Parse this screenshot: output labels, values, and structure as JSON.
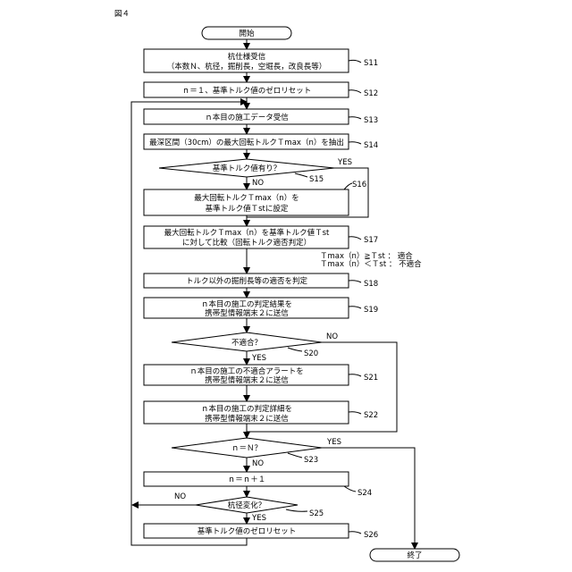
{
  "figure_label": "図４",
  "start": "開始",
  "end": "終了",
  "yes": "YES",
  "no": "NO",
  "steps": {
    "s11": {
      "id": "S11",
      "line1": "杭仕様受信",
      "line2": "（本数Ｎ、杭径，掘削長，空堀長，改良長等）"
    },
    "s12": {
      "id": "S12",
      "line1": "ｎ＝１、基準トルク値のゼロリセット"
    },
    "s13": {
      "id": "S13",
      "line1": "ｎ本目の施工データ受信"
    },
    "s14": {
      "id": "S14",
      "line1": "最深区間（30cm）の最大回転トルクＴmax（n）を抽出"
    },
    "s15": {
      "id": "S15",
      "line1": "基準トルク値有り？"
    },
    "s16": {
      "id": "S16",
      "line1": "最大回転トルクＴmax（n）を",
      "line2": "基準トルク値Ｔstに設定"
    },
    "s17": {
      "id": "S17",
      "line1": "最大回転トルクＴmax（n）を基準トルク値Ｔst",
      "line2": "に対して比較（回転トルク適否判定）"
    },
    "s17_note": {
      "line1": "Ｔmax（n）≧Ｔst ： 適合",
      "line2": "Ｔmax（n）＜Ｔst ： 不適合"
    },
    "s18": {
      "id": "S18",
      "line1": "トルク以外の掘削長等の適否を判定"
    },
    "s19": {
      "id": "S19",
      "line1": "ｎ本目の施工の判定結果を",
      "line2": "携帯型情報端末２に送信"
    },
    "s20": {
      "id": "S20",
      "line1": "不適合？"
    },
    "s21": {
      "id": "S21",
      "line1": "ｎ本目の施工の不適合アラートを",
      "line2": "携帯型情報端末２に送信"
    },
    "s22": {
      "id": "S22",
      "line1": "ｎ本目の施工の判定詳細を",
      "line2": "携帯型情報端末２に送信"
    },
    "s23": {
      "id": "S23",
      "line1": "ｎ＝Ｎ？"
    },
    "s24": {
      "id": "S24",
      "line1": "ｎ＝ｎ＋１"
    },
    "s25": {
      "id": "S25",
      "line1": "杭径変化？"
    },
    "s26": {
      "id": "S26",
      "line1": "基準トルク値のゼロリセット"
    }
  }
}
